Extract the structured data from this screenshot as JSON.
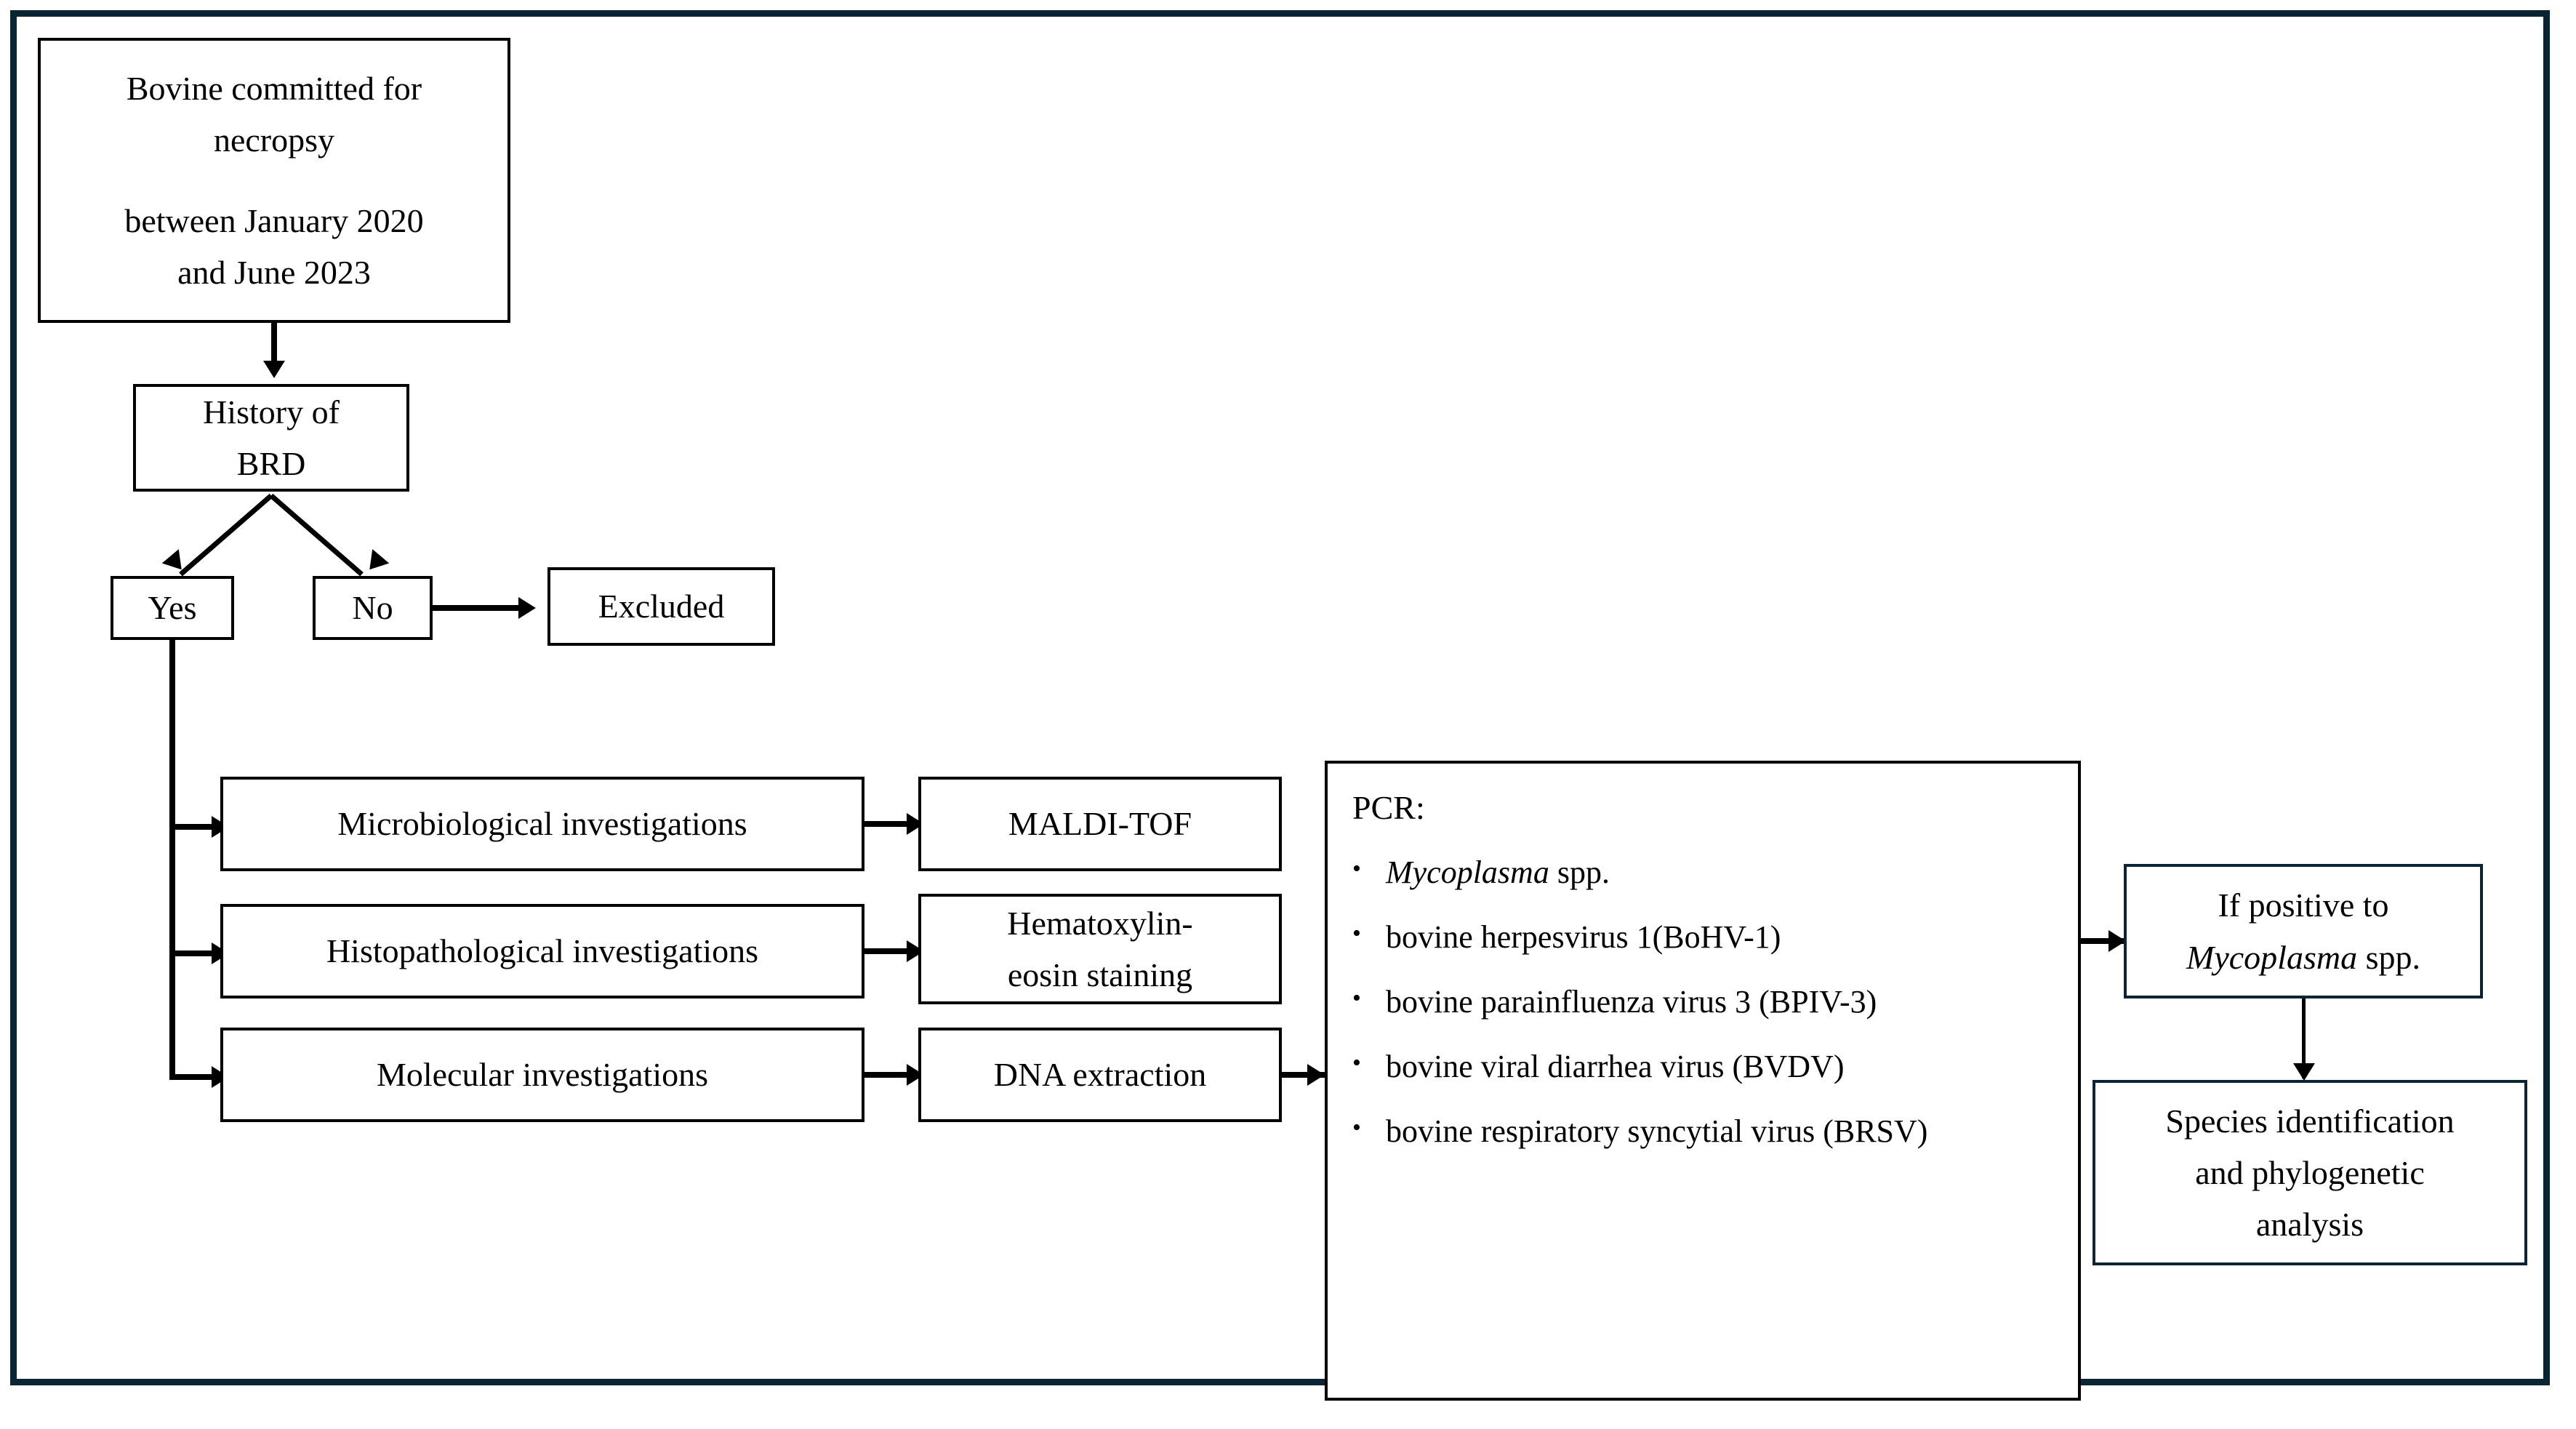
{
  "figure": {
    "type": "flowchart",
    "border_color": "#0b2433",
    "node_border_color": "#000000",
    "background": "#ffffff"
  },
  "nodes": {
    "start": {
      "line1": "Bovine committed for",
      "line2": "necropsy",
      "line3": "between January 2020",
      "line4": "and June 2023"
    },
    "history": {
      "line1": "History of",
      "line2": "BRD"
    },
    "yes": {
      "label": "Yes"
    },
    "no": {
      "label": "No"
    },
    "excluded": {
      "label": "Excluded"
    },
    "microbiological": {
      "label": "Microbiological investigations"
    },
    "histopathological": {
      "label": "Histopathological investigations"
    },
    "molecular": {
      "label": "Molecular investigations"
    },
    "maldi": {
      "label": "MALDI-TOF"
    },
    "staining": {
      "line1": "Hematoxylin-",
      "line2": "eosin staining"
    },
    "dna": {
      "label": "DNA extraction"
    },
    "if_positive": {
      "line1": "If positive to",
      "line2_italic": "Mycoplasma",
      "line2_rest": " spp."
    },
    "species": {
      "line1": "Species identification",
      "line2": "and phylogenetic",
      "line3": "analysis"
    }
  },
  "pcr": {
    "title": "PCR:",
    "bullet_glyph": "•",
    "items": [
      {
        "italic": "Mycoplasma",
        "rest": " spp."
      },
      {
        "italic": "",
        "rest": "bovine herpesvirus 1(BoHV-1)"
      },
      {
        "italic": "",
        "rest": "bovine parainfluenza virus 3 (BPIV-3)"
      },
      {
        "italic": "",
        "rest": "bovine viral diarrhea virus (BVDV)"
      },
      {
        "italic": "",
        "rest": "bovine respiratory syncytial virus (BRSV)"
      }
    ]
  }
}
